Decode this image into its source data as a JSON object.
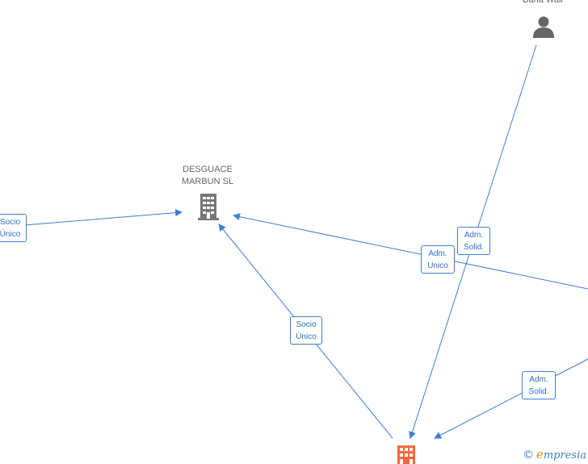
{
  "nodes": {
    "person": {
      "label": "Baña Wall",
      "icon": "person-icon"
    },
    "company_desguace": {
      "label_line1": "DESGUACE",
      "label_line2": "MARBUN  SL",
      "icon": "building-icon",
      "color": "#777777"
    },
    "company_main": {
      "icon": "building-icon",
      "color": "#f26b3a"
    }
  },
  "edge_labels": {
    "socio_unico_left": {
      "line1": "Socio",
      "line2": "Único"
    },
    "socio_unico_center": {
      "line1": "Socio",
      "line2": "Único"
    },
    "adm_unico": {
      "line1": "Adm.",
      "line2": "Unico"
    },
    "adm_solid_upper": {
      "line1": "Adm.",
      "line2": "Solid."
    },
    "adm_solid_lower": {
      "line1": "Adm.",
      "line2": "Solid."
    }
  },
  "colors": {
    "edge": "#3b7fd4",
    "accent": "#f26b3a",
    "brand": "#3a7fb8"
  },
  "footer": {
    "copyright_symbol": "©",
    "brand_initial": "e",
    "brand_rest": "mpresia"
  }
}
